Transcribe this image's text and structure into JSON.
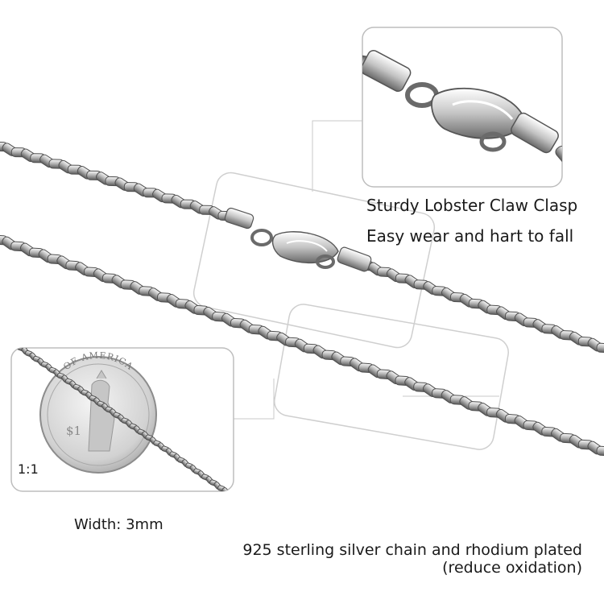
{
  "captions": {
    "clasp_title": "Sturdy Lobster Claw Clasp",
    "clasp_subtitle": "Easy wear and hart to fall",
    "width": "Width: 3mm",
    "material_line1": "925 sterling silver chain and rhodium plated",
    "material_line2": "(reduce oxidation)",
    "scale": "1:1"
  },
  "coin": {
    "legend": "OF AMERICA",
    "denomination": "$1"
  },
  "colors": {
    "silver_light": "#eeeeee",
    "silver_mid": "#b5b5b5",
    "silver_dark": "#555555",
    "panel_border": "#bdbdbd",
    "text": "#1a1a1a"
  }
}
